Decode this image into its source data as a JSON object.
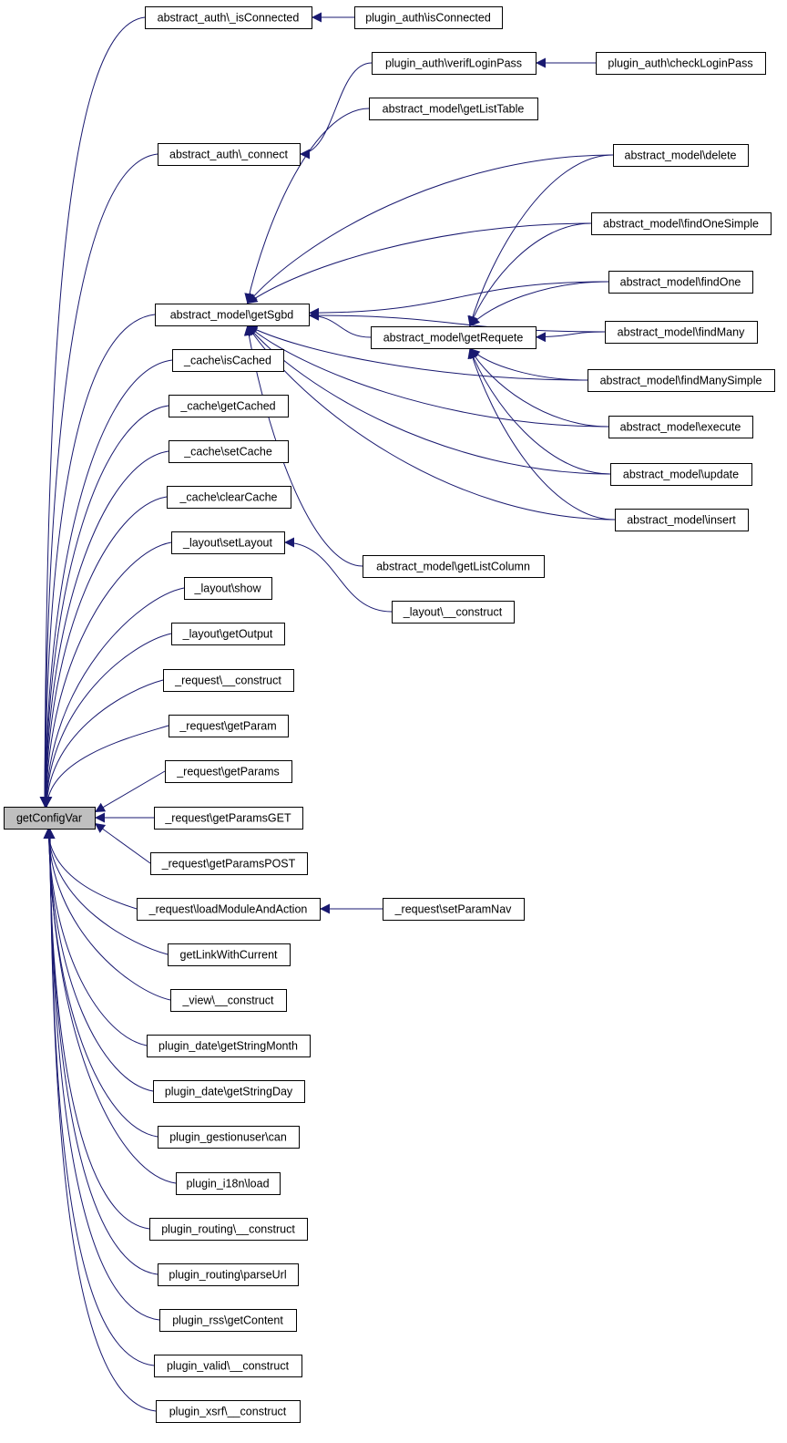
{
  "colors": {
    "edge": "#191970",
    "node_fill": "#ffffff",
    "root_fill": "#bfbfbf",
    "border": "#000000"
  },
  "diagram": {
    "root": "getConfigVar",
    "nodes": [
      {
        "id": "getConfigVar",
        "label": "getConfigVar"
      },
      {
        "id": "aa_isConnected",
        "label": "abstract_auth\\_isConnected"
      },
      {
        "id": "pa_isConnected",
        "label": "plugin_auth\\isConnected"
      },
      {
        "id": "pa_verifLoginPass",
        "label": "plugin_auth\\verifLoginPass"
      },
      {
        "id": "pa_checkLoginPass",
        "label": "plugin_auth\\checkLoginPass"
      },
      {
        "id": "am_getListTable",
        "label": "abstract_model\\getListTable"
      },
      {
        "id": "aa_connect",
        "label": "abstract_auth\\_connect"
      },
      {
        "id": "am_delete",
        "label": "abstract_model\\delete"
      },
      {
        "id": "am_findOneSimple",
        "label": "abstract_model\\findOneSimple"
      },
      {
        "id": "am_findOne",
        "label": "abstract_model\\findOne"
      },
      {
        "id": "am_getSgbd",
        "label": "abstract_model\\getSgbd"
      },
      {
        "id": "am_getRequete",
        "label": "abstract_model\\getRequete"
      },
      {
        "id": "am_findMany",
        "label": "abstract_model\\findMany"
      },
      {
        "id": "c_isCached",
        "label": "_cache\\isCached"
      },
      {
        "id": "am_findManySimple",
        "label": "abstract_model\\findManySimple"
      },
      {
        "id": "c_getCached",
        "label": "_cache\\getCached"
      },
      {
        "id": "am_execute",
        "label": "abstract_model\\execute"
      },
      {
        "id": "c_setCache",
        "label": "_cache\\setCache"
      },
      {
        "id": "am_update",
        "label": "abstract_model\\update"
      },
      {
        "id": "c_clearCache",
        "label": "_cache\\clearCache"
      },
      {
        "id": "am_insert",
        "label": "abstract_model\\insert"
      },
      {
        "id": "l_setLayout",
        "label": "_layout\\setLayout"
      },
      {
        "id": "am_getListColumn",
        "label": "abstract_model\\getListColumn"
      },
      {
        "id": "l_show",
        "label": "_layout\\show"
      },
      {
        "id": "l_construct",
        "label": "_layout\\__construct"
      },
      {
        "id": "l_getOutput",
        "label": "_layout\\getOutput"
      },
      {
        "id": "r_construct",
        "label": "_request\\__construct"
      },
      {
        "id": "r_getParam",
        "label": "_request\\getParam"
      },
      {
        "id": "r_getParams",
        "label": "_request\\getParams"
      },
      {
        "id": "r_getParamsGET",
        "label": "_request\\getParamsGET"
      },
      {
        "id": "r_getParamsPOST",
        "label": "_request\\getParamsPOST"
      },
      {
        "id": "r_loadModuleAndAction",
        "label": "_request\\loadModuleAndAction"
      },
      {
        "id": "r_setParamNav",
        "label": "_request\\setParamNav"
      },
      {
        "id": "getLinkWithCurrent",
        "label": "getLinkWithCurrent"
      },
      {
        "id": "v_construct",
        "label": "_view\\__construct"
      },
      {
        "id": "pd_getStringMonth",
        "label": "plugin_date\\getStringMonth"
      },
      {
        "id": "pd_getStringDay",
        "label": "plugin_date\\getStringDay"
      },
      {
        "id": "pg_can",
        "label": "plugin_gestionuser\\can"
      },
      {
        "id": "pi_load",
        "label": "plugin_i18n\\load"
      },
      {
        "id": "pr_construct",
        "label": "plugin_routing\\__construct"
      },
      {
        "id": "pr_parseUrl",
        "label": "plugin_routing\\parseUrl"
      },
      {
        "id": "prss_getContent",
        "label": "plugin_rss\\getContent"
      },
      {
        "id": "pv_construct",
        "label": "plugin_valid\\__construct"
      },
      {
        "id": "px_construct",
        "label": "plugin_xsrf\\__construct"
      }
    ],
    "edges": [
      {
        "from": "aa_isConnected",
        "to": "getConfigVar"
      },
      {
        "from": "aa_connect",
        "to": "getConfigVar"
      },
      {
        "from": "am_getSgbd",
        "to": "getConfigVar"
      },
      {
        "from": "c_isCached",
        "to": "getConfigVar"
      },
      {
        "from": "c_getCached",
        "to": "getConfigVar"
      },
      {
        "from": "c_setCache",
        "to": "getConfigVar"
      },
      {
        "from": "c_clearCache",
        "to": "getConfigVar"
      },
      {
        "from": "l_setLayout",
        "to": "getConfigVar"
      },
      {
        "from": "l_show",
        "to": "getConfigVar"
      },
      {
        "from": "l_getOutput",
        "to": "getConfigVar"
      },
      {
        "from": "r_construct",
        "to": "getConfigVar"
      },
      {
        "from": "r_getParam",
        "to": "getConfigVar"
      },
      {
        "from": "r_getParams",
        "to": "getConfigVar"
      },
      {
        "from": "r_getParamsGET",
        "to": "getConfigVar"
      },
      {
        "from": "r_getParamsPOST",
        "to": "getConfigVar"
      },
      {
        "from": "r_loadModuleAndAction",
        "to": "getConfigVar"
      },
      {
        "from": "getLinkWithCurrent",
        "to": "getConfigVar"
      },
      {
        "from": "v_construct",
        "to": "getConfigVar"
      },
      {
        "from": "pd_getStringMonth",
        "to": "getConfigVar"
      },
      {
        "from": "pd_getStringDay",
        "to": "getConfigVar"
      },
      {
        "from": "pg_can",
        "to": "getConfigVar"
      },
      {
        "from": "pi_load",
        "to": "getConfigVar"
      },
      {
        "from": "pr_construct",
        "to": "getConfigVar"
      },
      {
        "from": "pr_parseUrl",
        "to": "getConfigVar"
      },
      {
        "from": "prss_getContent",
        "to": "getConfigVar"
      },
      {
        "from": "pv_construct",
        "to": "getConfigVar"
      },
      {
        "from": "px_construct",
        "to": "getConfigVar"
      },
      {
        "from": "pa_isConnected",
        "to": "aa_isConnected"
      },
      {
        "from": "pa_verifLoginPass",
        "to": "aa_connect"
      },
      {
        "from": "pa_checkLoginPass",
        "to": "pa_verifLoginPass"
      },
      {
        "from": "am_getListTable",
        "to": "am_getSgbd"
      },
      {
        "from": "am_delete",
        "to": "am_getSgbd"
      },
      {
        "from": "am_findOneSimple",
        "to": "am_getSgbd"
      },
      {
        "from": "am_findOne",
        "to": "am_getSgbd"
      },
      {
        "from": "am_getRequete",
        "to": "am_getSgbd"
      },
      {
        "from": "am_findMany",
        "to": "am_getSgbd"
      },
      {
        "from": "am_findManySimple",
        "to": "am_getSgbd"
      },
      {
        "from": "am_execute",
        "to": "am_getSgbd"
      },
      {
        "from": "am_update",
        "to": "am_getSgbd"
      },
      {
        "from": "am_insert",
        "to": "am_getSgbd"
      },
      {
        "from": "am_getListColumn",
        "to": "am_getSgbd"
      },
      {
        "from": "am_delete",
        "to": "am_getRequete"
      },
      {
        "from": "am_findOneSimple",
        "to": "am_getRequete"
      },
      {
        "from": "am_findOne",
        "to": "am_getRequete"
      },
      {
        "from": "am_findMany",
        "to": "am_getRequete"
      },
      {
        "from": "am_findManySimple",
        "to": "am_getRequete"
      },
      {
        "from": "am_execute",
        "to": "am_getRequete"
      },
      {
        "from": "am_update",
        "to": "am_getRequete"
      },
      {
        "from": "am_insert",
        "to": "am_getRequete"
      },
      {
        "from": "l_construct",
        "to": "l_setLayout"
      },
      {
        "from": "r_setParamNav",
        "to": "r_loadModuleAndAction"
      }
    ]
  }
}
